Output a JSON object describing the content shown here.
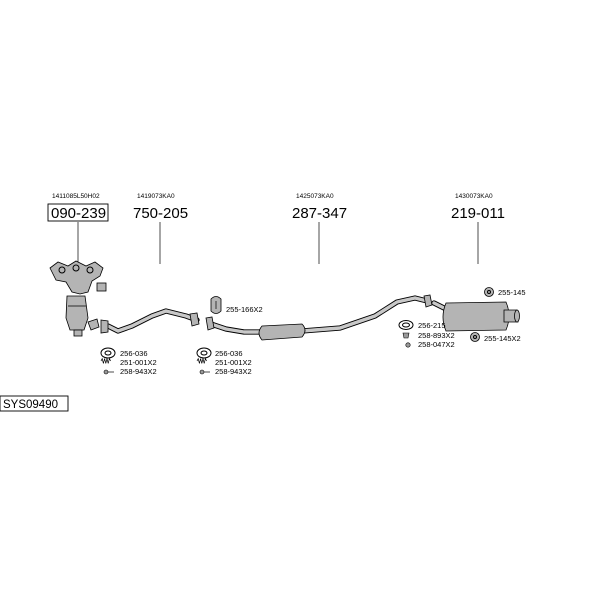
{
  "system_id": "SYS09490",
  "parts": [
    {
      "oe": "1411085L50H02",
      "number": "090-239"
    },
    {
      "oe": "1419073KA0",
      "number": "750-205"
    },
    {
      "oe": "1425073KA0",
      "number": "287-347"
    },
    {
      "oe": "1430073KA0",
      "number": "219-011"
    }
  ],
  "hardware": {
    "g1": [
      "256-036",
      "251-001X2",
      "258-943X2"
    ],
    "g2": [
      "256-036",
      "251-001X2",
      "258-943X2"
    ],
    "hanger_front": "255-166X2",
    "g3": [
      "256-215",
      "258-893X2",
      "258-047X2"
    ],
    "rubber_top": "255-145",
    "rubber_tail": "255-145X2"
  }
}
